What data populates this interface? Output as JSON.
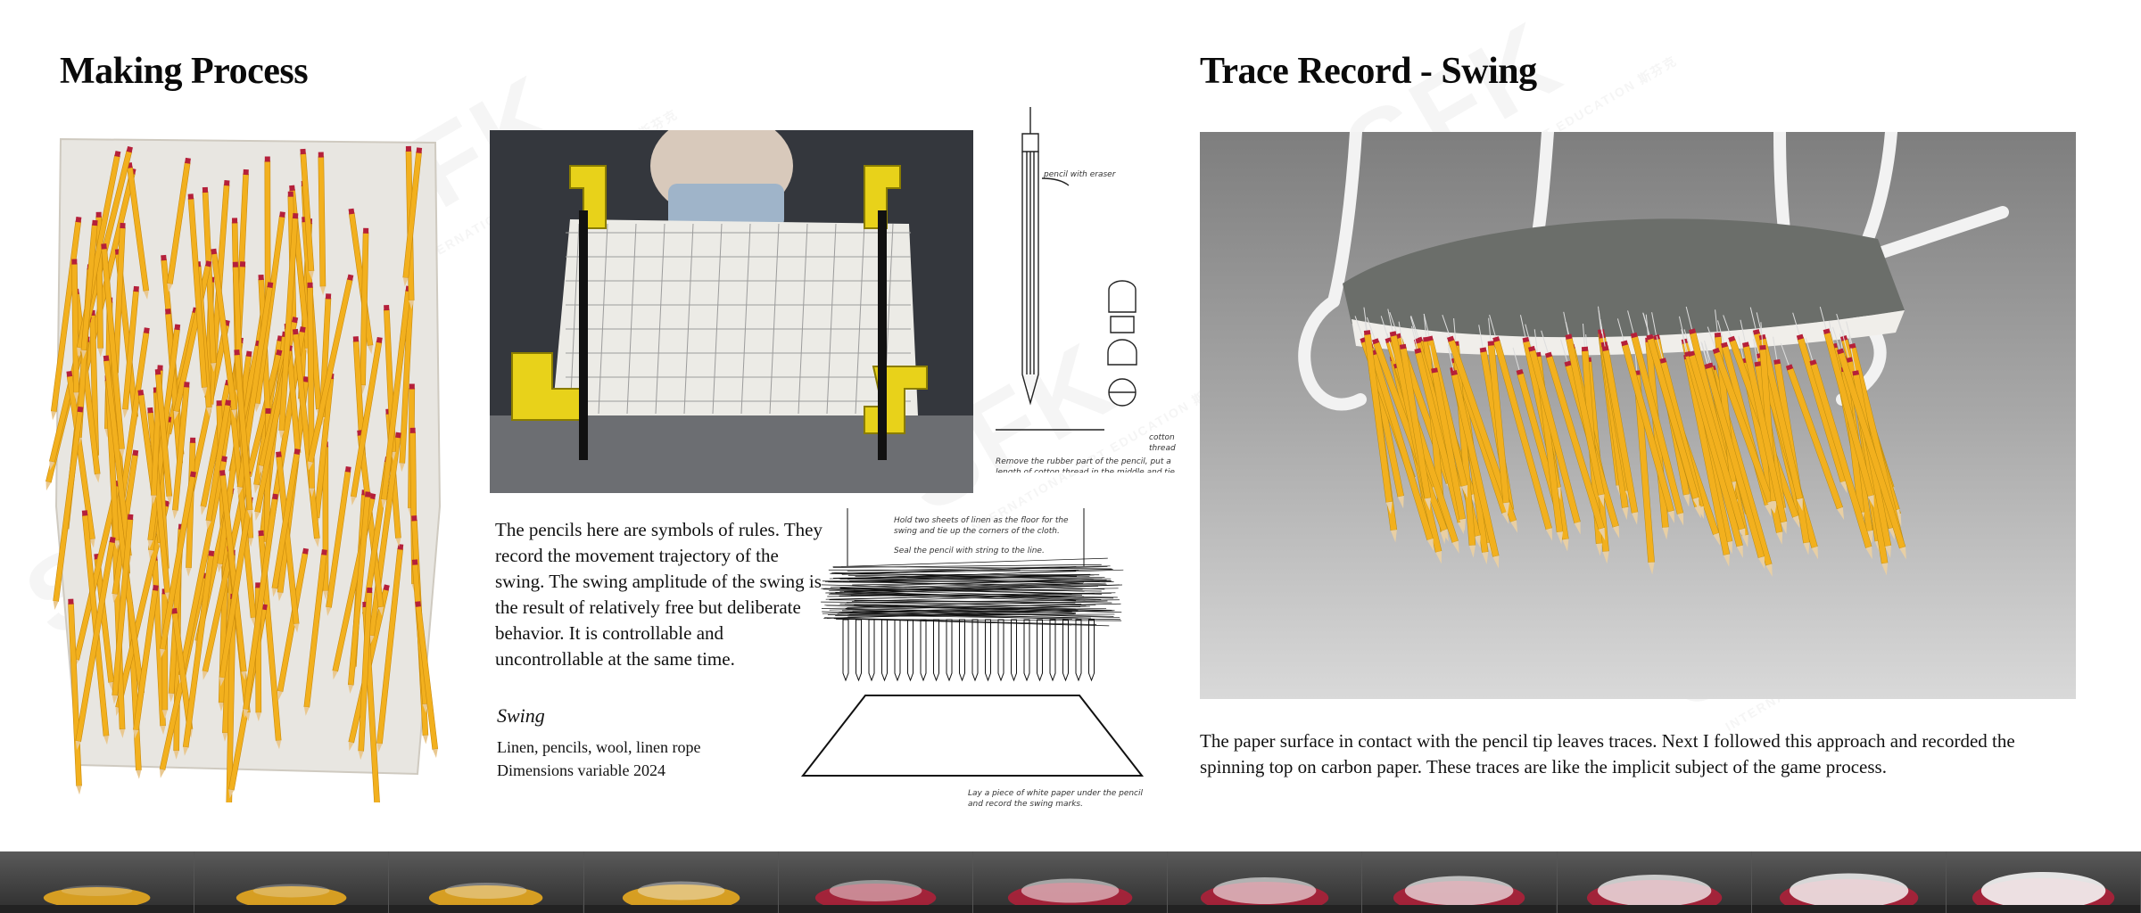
{
  "headings": {
    "left": "Making Process",
    "right": "Trace Record - Swing"
  },
  "description_left": "The pencils here are symbols of rules. They record the movement trajectory of the swing. The swing amplitude of the swing is the result of relatively free but deliberate behavior. It is controllable and uncontrollable at the same time.",
  "work": {
    "title": "Swing",
    "materials": "Linen, pencils, wool, linen rope",
    "dimensions": "Dimensions variable 2024"
  },
  "description_right": "The paper surface in contact with the pencil tip leaves traces. Next I followed this approach and recorded the spinning top on carbon paper. These traces are like the implicit subject of the game process.",
  "sketch_notes": {
    "pencil_note": "pencil with eraser",
    "cotton_note": "cotton thread",
    "remove_note": "Remove the rubber part of the pencil, put a length of cotton thread in the middle and tie them at the end.",
    "hold_note": "Hold two sheets of linen as the floor for the swing and tie up the corners of the cloth.",
    "seal_note": "Seal the pencil with string to the line.",
    "paper_note": "Lay a piece of white paper under the pencil and record the swing marks."
  },
  "watermark": {
    "brand": "SFK",
    "sub": "INTERNATIONAL ART EDUCATION 斯芬克"
  },
  "filmstrip_frames": 11,
  "colors": {
    "pencil_yellow": "#f2b01e",
    "eraser_red": "#b5203a",
    "clamp_yellow": "#e8d21a"
  }
}
